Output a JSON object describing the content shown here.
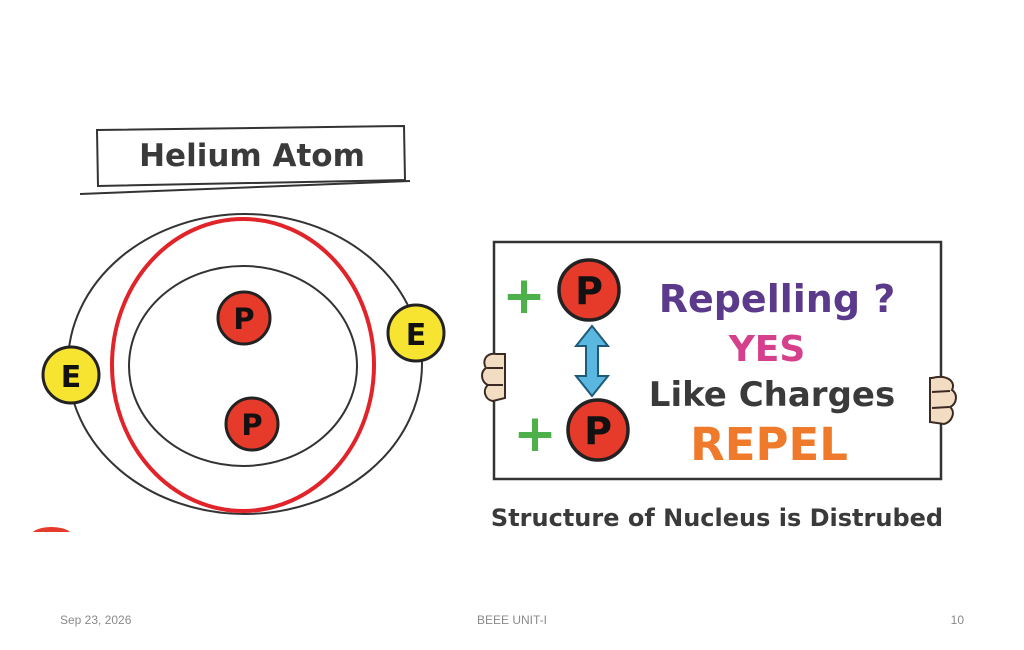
{
  "diagram": {
    "title": "Helium Atom",
    "proton_letter": "P",
    "electron_letter": "E",
    "plus_sign": "+",
    "question": "Repelling ?",
    "answer": "YES",
    "line1": "Like Charges",
    "line2": "REPEL",
    "caption": "Structure of Nucleus is Distrubed"
  },
  "colors": {
    "proton": "#e63a2a",
    "electron": "#f7e431",
    "orbit_red": "#e0242a",
    "question": "#5b3a8c",
    "answer": "#d63f8c",
    "repel": "#f07a2c",
    "plus": "#4db04a",
    "arrow": "#5ab8e0"
  },
  "footer": {
    "date": "Sep 23, 2026",
    "title": "BEEE UNIT-I",
    "page": "10"
  }
}
